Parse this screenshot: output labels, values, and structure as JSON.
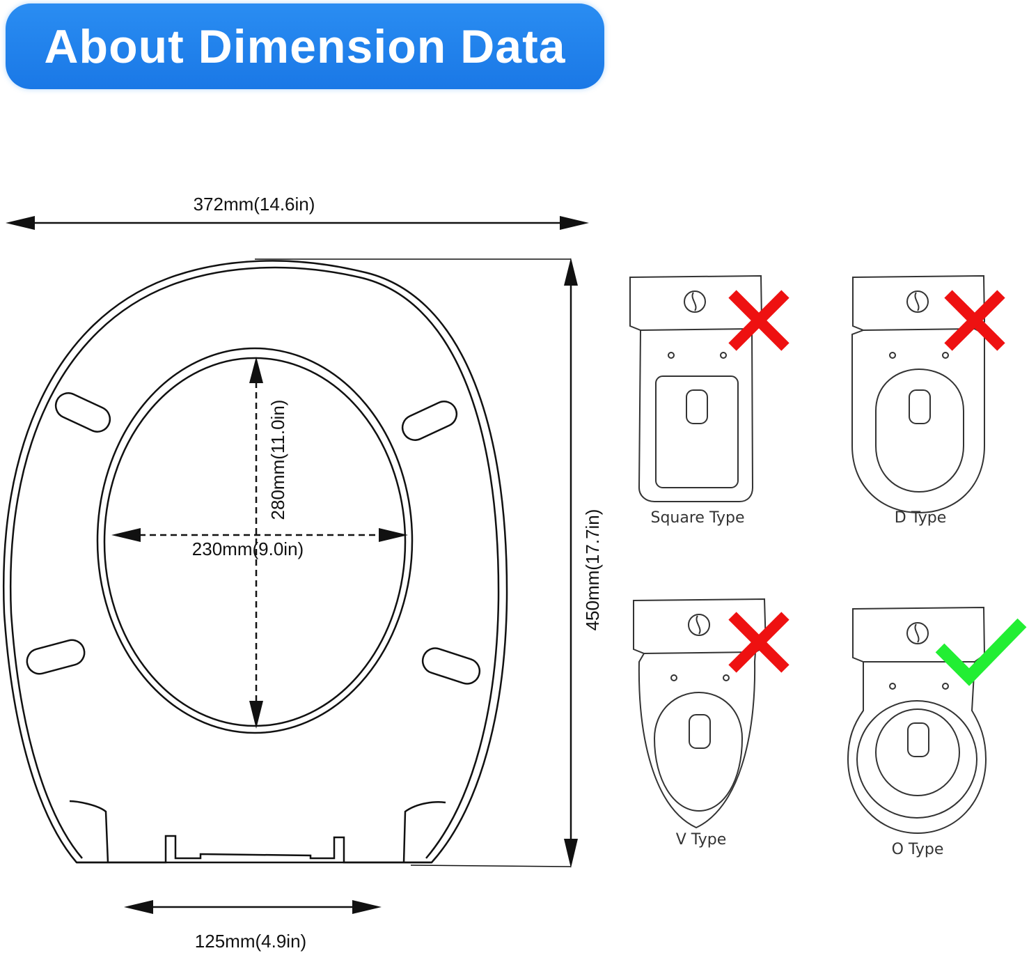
{
  "header": {
    "title": "About Dimension Data"
  },
  "dimensions": {
    "overall_width": "372mm(14.6in)",
    "overall_length": "450mm(17.7in)",
    "inner_length": "280mm(11.0in)",
    "inner_width": "230mm(9.0in)",
    "hinge_distance": "125mm(4.9in)"
  },
  "toilet_types": [
    {
      "label": "Square Type",
      "compatible": false,
      "mark": "red-x-icon"
    },
    {
      "label": "D Type",
      "compatible": false,
      "mark": "red-x-icon"
    },
    {
      "label": "V Type",
      "compatible": false,
      "mark": "red-x-icon"
    },
    {
      "label": "O Type",
      "compatible": true,
      "mark": "green-check-icon"
    }
  ],
  "colors": {
    "banner": "#1a78e6",
    "cross": "#ee1111",
    "check": "#22ee33"
  }
}
